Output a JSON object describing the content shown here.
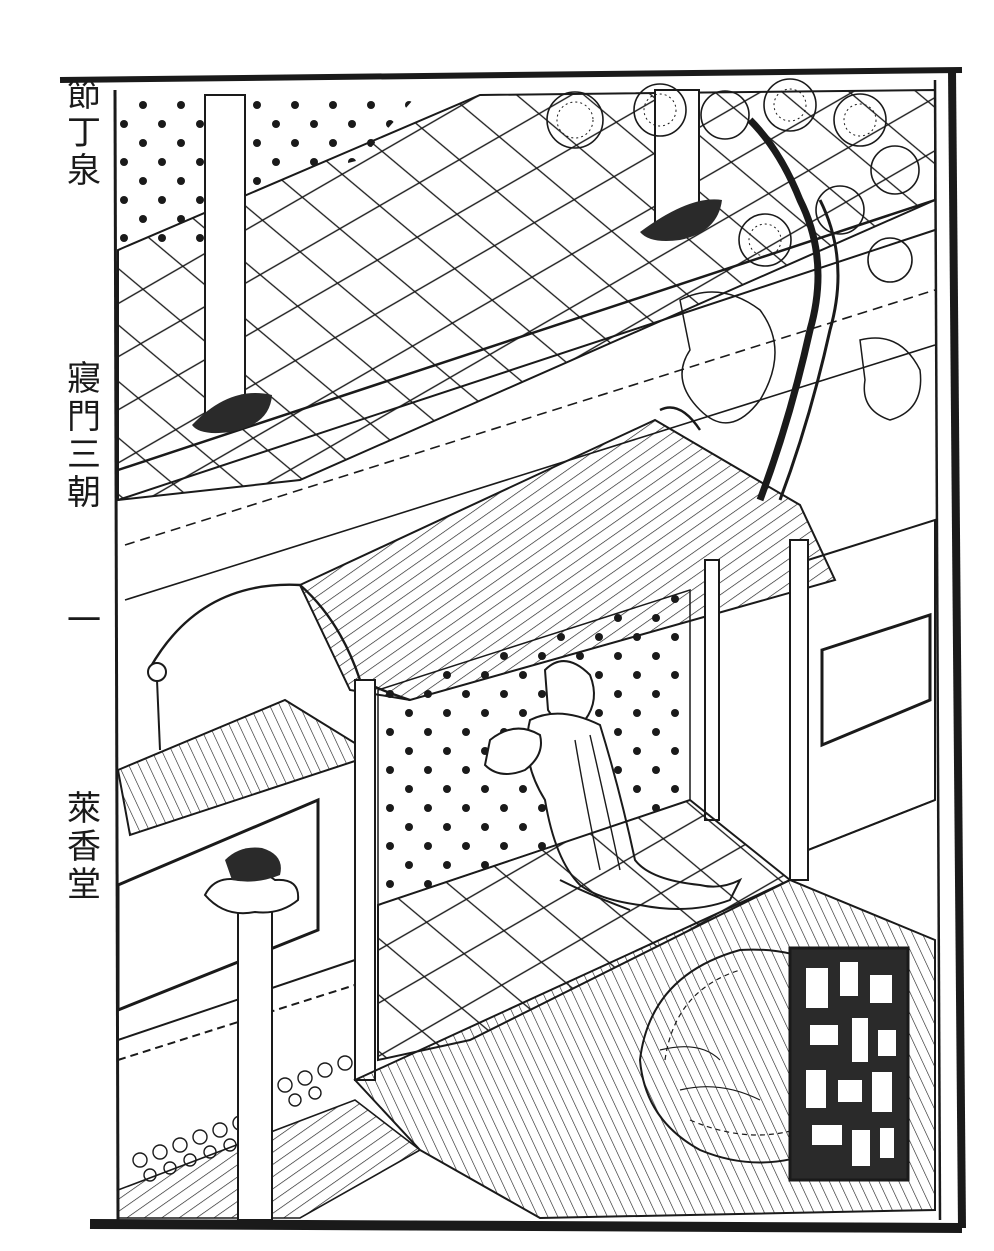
{
  "illustration": {
    "margin_text": {
      "top": "節丁泉",
      "middle": "寢門三朝",
      "numeral": "一",
      "bottom": "萊香堂"
    },
    "colors": {
      "ink": "#1a1a1a",
      "paper": "#ffffff",
      "seal": "#2a2a2a"
    },
    "icons": [
      "pine-tree-icon",
      "figure-icon",
      "seal-icon",
      "cloud-finial-icon"
    ]
  }
}
